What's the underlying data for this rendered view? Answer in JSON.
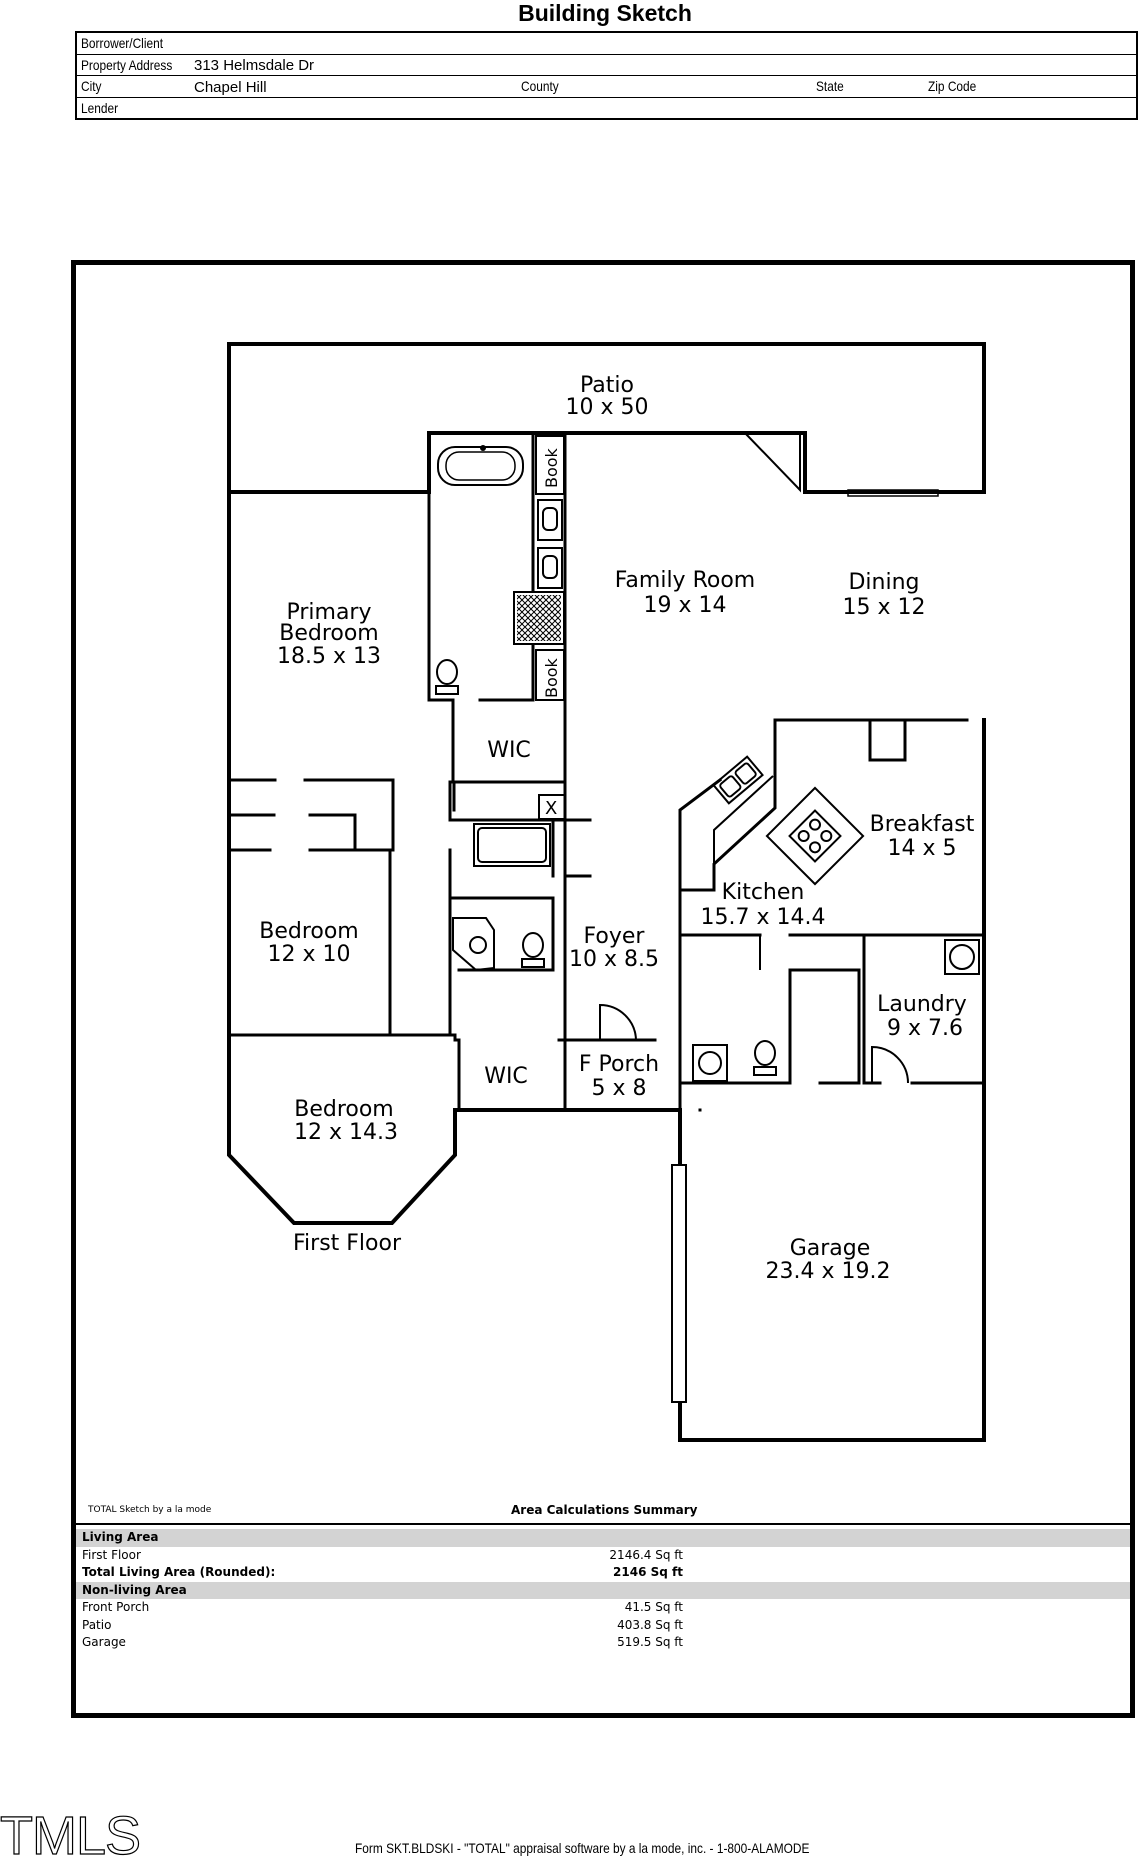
{
  "title": "Building Sketch",
  "header": {
    "borrower_label": "Borrower/Client",
    "borrower_value": "",
    "address_label": "Property Address",
    "address_value": "313 Helmsdale Dr",
    "city_label": "City",
    "city_value": "Chapel Hill",
    "county_label": "County",
    "county_value": "",
    "state_label": "State",
    "state_value": "",
    "zip_label": "Zip Code",
    "zip_value": "",
    "lender_label": "Lender",
    "lender_value": ""
  },
  "rooms": {
    "patio": {
      "name": "Patio",
      "dims": "10 x 50"
    },
    "family": {
      "name": "Family Room",
      "dims": "19 x 14"
    },
    "dining": {
      "name": "Dining",
      "dims": "15 x 12"
    },
    "primary": {
      "name1": "Primary",
      "name2": "Bedroom",
      "dims": "18.5 x 13"
    },
    "wic1": {
      "name": "WIC"
    },
    "breakfast": {
      "name": "Breakfast",
      "dims": "14 x 5"
    },
    "kitchen": {
      "name": "Kitchen",
      "dims": "15.7 x 14.4"
    },
    "bedroom1": {
      "name": "Bedroom",
      "dims": "12 x 10"
    },
    "foyer": {
      "name": "Foyer",
      "dims": "10 x 8.5"
    },
    "laundry": {
      "name": "Laundry",
      "dims": "9 x 7.6"
    },
    "wic2": {
      "name": "WIC"
    },
    "fporch": {
      "name": "F Porch",
      "dims": "5 x 8"
    },
    "bedroom2": {
      "name": "Bedroom",
      "dims": "12 x 14.3"
    },
    "garage": {
      "name": "Garage",
      "dims": "23.4 x 19.2"
    },
    "floor": {
      "name": "First Floor"
    },
    "book": "Book",
    "x": "X"
  },
  "sketch_credit": "TOTAL Sketch by a la mode",
  "calc_title": "Area Calculations Summary",
  "calc": {
    "living_header": "Living Area",
    "first_floor": {
      "name": "First Floor",
      "value": "2146.4 Sq ft"
    },
    "total_living": {
      "name": "Total Living Area (Rounded):",
      "value": "2146 Sq ft"
    },
    "nonliving_header": "Non-living Area",
    "front_porch": {
      "name": "Front Porch",
      "value": "41.5 Sq ft"
    },
    "patio": {
      "name": "Patio",
      "value": "403.8 Sq ft"
    },
    "garage": {
      "name": "Garage",
      "value": "519.5 Sq ft"
    }
  },
  "footer": "Form SKT.BLDSKI - \"TOTAL\" appraisal software by a la mode, inc. - 1-800-ALAMODE",
  "logo": "TMLS"
}
